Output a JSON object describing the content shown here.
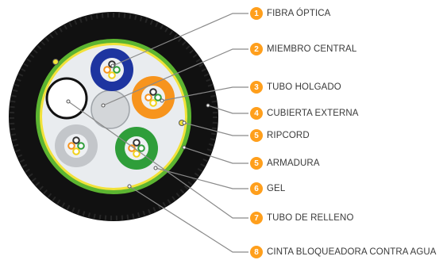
{
  "callouts": [
    {
      "number": "1",
      "text": "FIBRA ÓPTICA"
    },
    {
      "number": "2",
      "text": "MIEMBRO CENTRAL"
    },
    {
      "number": "3",
      "text": "TUBO HOLGADO"
    },
    {
      "number": "4",
      "text": "CUBIERTA EXTERNA"
    },
    {
      "number": "5",
      "text": "RIPCORD"
    },
    {
      "number": "5",
      "text": "ARMADURA"
    },
    {
      "number": "6",
      "text": "GEL"
    },
    {
      "number": "7",
      "text": "TUBO DE RELLENO"
    },
    {
      "number": "8",
      "text": "CINTA BLOQUEADORA CONTRA AGUA"
    }
  ],
  "colors": {
    "badge": "#ff9f1c",
    "jacket": "#111111",
    "armor": "#5cb531",
    "water_blocking_tape": "#f2e23a",
    "gel": "#e9ecef",
    "tube_blue": "#1e35a0",
    "tube_orange": "#f7941d",
    "tube_green": "#2f9e3a",
    "tube_gray": "#c3c6ca",
    "filler_tube": "#ffffff",
    "central_member": "#d3d6d9",
    "leader_line": "#8a8a8a"
  },
  "components": [
    "outer-jacket",
    "armor",
    "water-blocking-tape",
    "gel",
    "loose-tube-blue",
    "loose-tube-orange",
    "loose-tube-green",
    "loose-tube-gray",
    "filler-tube",
    "central-member",
    "ripcord"
  ]
}
